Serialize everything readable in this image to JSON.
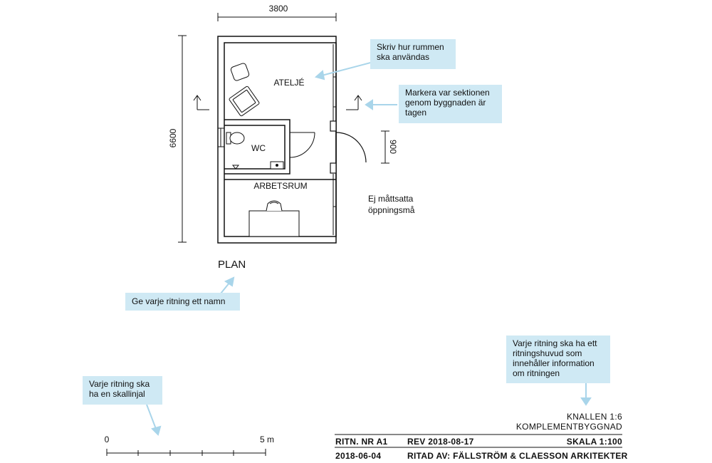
{
  "dimensions": {
    "width_label": "3800",
    "height_label": "6600",
    "door_label": "900"
  },
  "rooms": {
    "atelje": "ATELJÉ",
    "wc": "WC",
    "arbetsrum": "ARBETSRUM"
  },
  "plan_title": "PLAN",
  "unmeasured_note": "Ej måttsatta öppningsmå",
  "notes": {
    "room_use": "Skriv hur rummen ska användas",
    "section": "Markera var sektionen genom byggnaden är tagen",
    "name": "Ge varje ritning ett namn",
    "title_block": "Varje ritning ska ha ett ritningshuvud som innehåller information om ritningen",
    "scale_bar": "Varje ritning ska ha en skallinjal"
  },
  "scale_bar": {
    "start": "0",
    "end": "5 m"
  },
  "title_block": {
    "project": "KNALLEN 1:6",
    "building": "KOMPLEMENTBYGGNAD",
    "drawing_no": "RITN. NR A1",
    "revision": "REV 2018-08-17",
    "scale": "SKALA 1:100",
    "date": "2018-06-04",
    "drawn_by": "RITAD AV: FÄLLSTRÖM & CLAESSON ARKITEKTER"
  },
  "colors": {
    "note_bg": "#cfe9f4",
    "arrow": "#a9d5ea",
    "line": "#111111"
  }
}
